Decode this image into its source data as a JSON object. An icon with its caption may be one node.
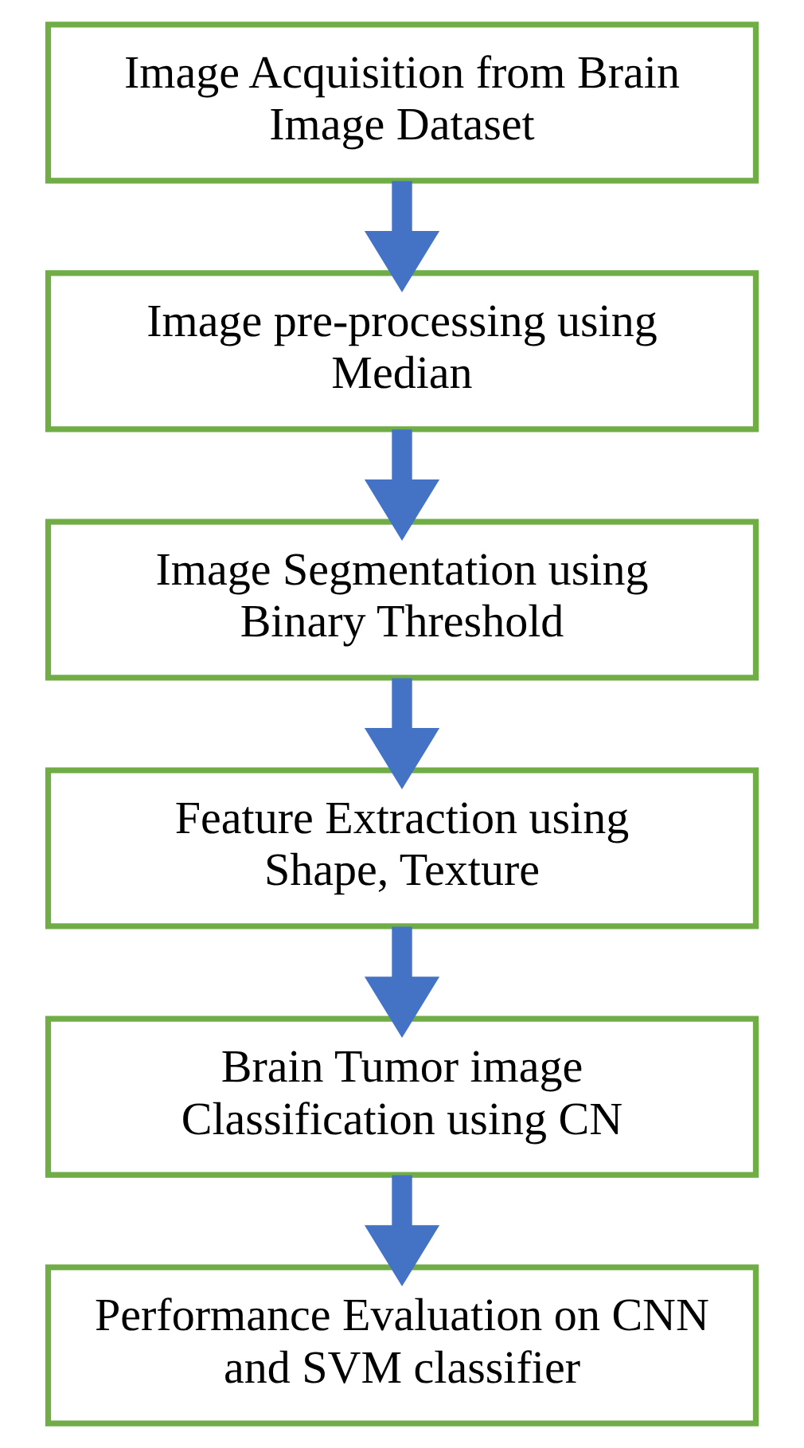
{
  "diagram": {
    "nodes": [
      {
        "text": [
          "Image Acquisition from Brain Image Dataset"
        ]
      },
      {
        "text": [
          "Image pre-processing using Median"
        ]
      },
      {
        "text": [
          "Image Segmentation using Binary Threshold"
        ]
      },
      {
        "text": [
          "Feature Extraction using Shape, Texture"
        ]
      },
      {
        "text": [
          "Brain Tumor image Classification using CN"
        ]
      },
      {
        "text": [
          "Performance Evaluation on CNN and SVM classifier"
        ]
      }
    ],
    "edges": [
      {
        "from": 0,
        "to": 1,
        "arrow": "to"
      },
      {
        "from": 1,
        "to": 2,
        "arrow": "to"
      },
      {
        "from": 2,
        "to": 3,
        "arrow": "to"
      },
      {
        "from": 3,
        "to": 4,
        "arrow": "to"
      },
      {
        "from": 4,
        "to": 5,
        "arrow": "to"
      }
    ]
  }
}
